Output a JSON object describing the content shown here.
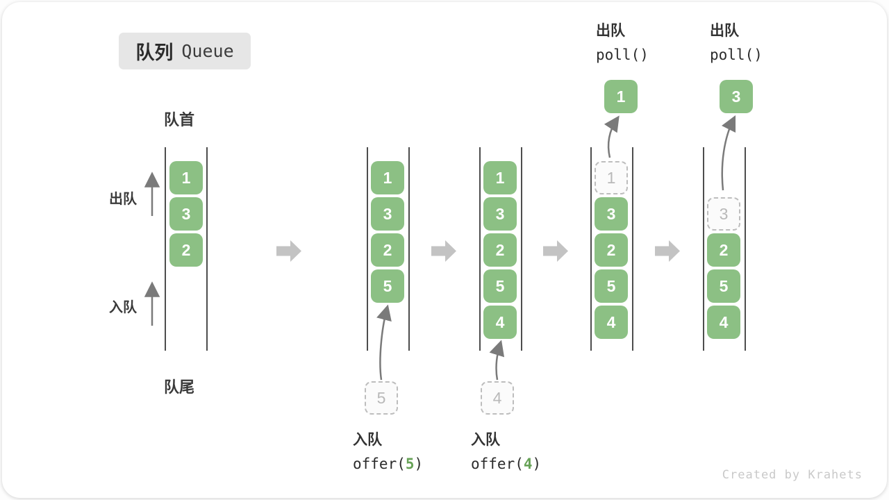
{
  "title": {
    "zh": "队列",
    "en": "Queue"
  },
  "labels": {
    "front": "队首",
    "rear": "队尾",
    "dequeue": "出队",
    "enqueue": "入队"
  },
  "ops": {
    "offer5": {
      "label": "入队",
      "code_pre": "offer(",
      "arg": "5",
      "code_post": ")"
    },
    "offer4": {
      "label": "入队",
      "code_pre": "offer(",
      "arg": "4",
      "code_post": ")"
    },
    "poll1": {
      "label": "出队",
      "code": "poll()"
    },
    "poll2": {
      "label": "出队",
      "code": "poll()"
    }
  },
  "states": {
    "s1": {
      "blocks": [
        "1",
        "3",
        "2"
      ]
    },
    "s2": {
      "blocks": [
        "1",
        "3",
        "2",
        "5"
      ],
      "incoming": "5"
    },
    "s3": {
      "blocks": [
        "1",
        "3",
        "2",
        "5",
        "4"
      ],
      "incoming": "4"
    },
    "s4": {
      "ghost": "1",
      "blocks": [
        "3",
        "2",
        "5",
        "4"
      ],
      "polled": "1"
    },
    "s5": {
      "ghost": "3",
      "blocks": [
        "2",
        "5",
        "4"
      ],
      "polled": "3"
    }
  },
  "watermark": "Created by Krahets",
  "colors": {
    "block": "#8CC084",
    "arg_green": "#67A257",
    "arrow_gray": "#C3C3C3",
    "thin_arrow": "#7a7a7a"
  }
}
